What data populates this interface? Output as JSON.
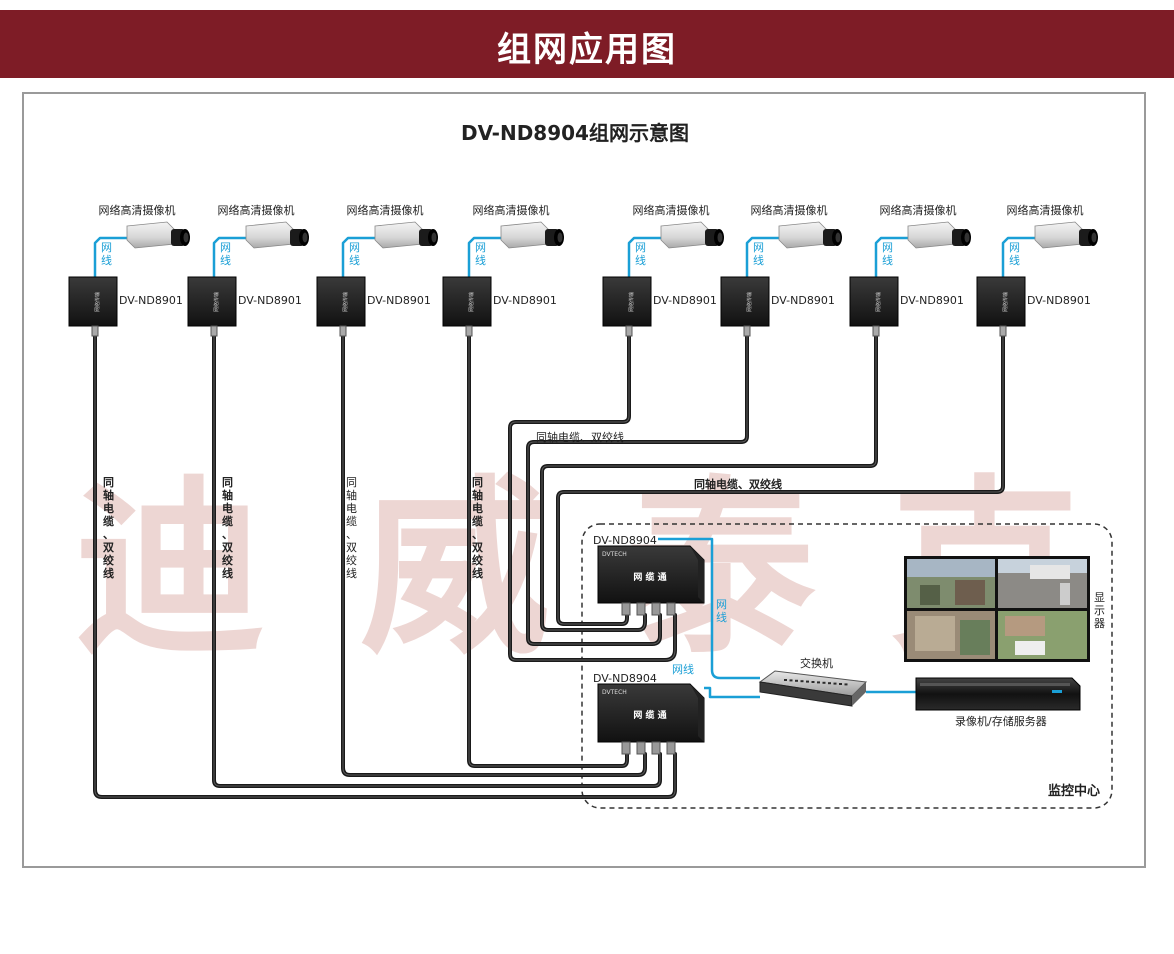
{
  "header": {
    "title": "组网应用图"
  },
  "diagram": {
    "title": "DV-ND8904组网示意图",
    "camera_label": "网络高清摄像机",
    "wire_label": [
      "网",
      "线"
    ],
    "extender_model": "DV-ND8901",
    "extender_brand_text": "网络传输",
    "coax_label_horizontal": "同轴电缆、双绞线",
    "coax_label_vertical": [
      "同",
      "轴",
      "电",
      "缆",
      "、",
      "双",
      "绞",
      "线"
    ],
    "receiver_model": "DV-ND8904",
    "receiver_brand": "DVTECH",
    "receiver_name": "网 缆 通",
    "switch_label": "交换机",
    "recorder_label": "录像机/存储服务器",
    "monitor_label": [
      "显",
      "示",
      "器"
    ],
    "control_center_label": "监控中心",
    "upper_receiver_wire_label": "网线",
    "lower_receiver_wire_label": "网线",
    "watermark": "迪 威 泰 克"
  },
  "colors": {
    "banner": "#7e1c26",
    "network_cable": "#1a9fd6",
    "coax_cable": "#1a1a1a",
    "watermark": "#d9a6a0"
  }
}
